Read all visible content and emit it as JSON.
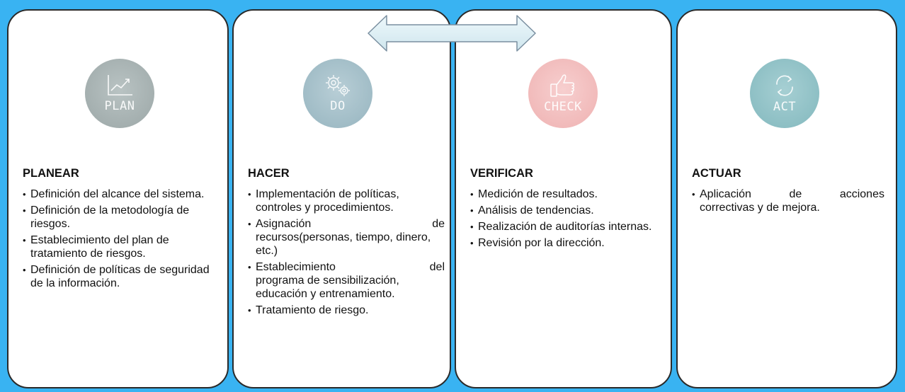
{
  "colors": {
    "background": "#39b3f2",
    "card": "#ffffff",
    "plan_badge": "#a4afaf",
    "do_badge": "#a0bcc6",
    "check_badge": "#f1baba",
    "act_badge": "#8dbfc4",
    "arrow_fill": "#d9eef3",
    "arrow_stroke": "#7a8fa0"
  },
  "arrow": {
    "icon": "double-headed-arrow"
  },
  "cards": [
    {
      "badge_label": "PLAN",
      "icon": "line-chart-icon",
      "title": "PLANEAR",
      "items": [
        "Definición del alcance del sistema.",
        "Definición de la metodología de  riesgos.",
        "Establecimiento del plan de tratamiento de riesgos.",
        "Definición de políticas de seguridad de la información."
      ]
    },
    {
      "badge_label": "DO",
      "icon": "gears-icon",
      "title": "HACER",
      "items": [
        "Implementación de políticas, controles y procedimientos.",
        "Asignación de recursos(personas, tiempo, dinero, etc.)",
        "Establecimiento del programa de sensibilización, educación y entrenamiento.",
        "Tratamiento de riesgo."
      ],
      "item_parts": {
        "asignacion_a": "Asignación",
        "asignacion_b": "de",
        "asignacion_rest": "recursos(personas, tiempo, dinero, etc.)",
        "establecimiento_a": "Establecimiento",
        "establecimiento_b": "del",
        "establecimiento_rest": "programa de sensibilización, educación y entrenamiento."
      }
    },
    {
      "badge_label": "CHECK",
      "icon": "thumbs-up-icon",
      "title": "VERIFICAR",
      "items": [
        "Medición de resultados.",
        "Análisis de tendencias.",
        "Realización de auditorías internas.",
        "Revisión por la dirección."
      ]
    },
    {
      "badge_label": "ACT",
      "icon": "refresh-icon",
      "title": "ACTUAR",
      "items": [
        "Aplicación de acciones correctivas y de mejora."
      ],
      "item_parts": {
        "a": "Aplicación",
        "b": "de",
        "c": "acciones",
        "rest": "correctivas y de mejora."
      }
    }
  ]
}
